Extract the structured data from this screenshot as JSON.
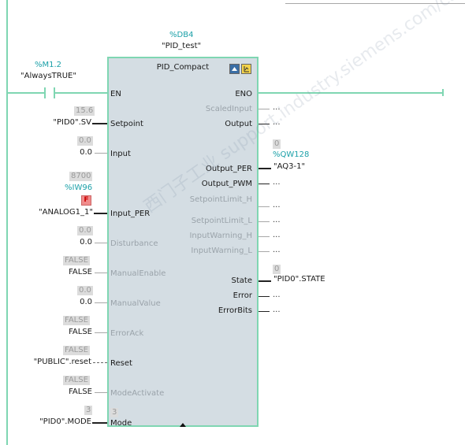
{
  "contact": {
    "address": "%M1.2",
    "name": "\"AlwaysTRUE\""
  },
  "block": {
    "db_address": "%DB4",
    "instance_name": "\"PID_test\"",
    "type": "PID_Compact"
  },
  "inputs": {
    "en": "EN",
    "setpoint": {
      "label": "Setpoint",
      "value": "15.6",
      "operand": "\"PID0\".SV"
    },
    "input": {
      "label": "Input",
      "value": "0.0",
      "operand": "0.0"
    },
    "input_per": {
      "label": "Input_PER",
      "value": "8700",
      "address": "%IW96",
      "flag": "F",
      "operand": "\"ANALOG1_1\""
    },
    "disturbance": {
      "label": "Disturbance",
      "value": "0.0",
      "operand": "0.0"
    },
    "manual_enable": {
      "label": "ManualEnable",
      "value": "FALSE",
      "operand": "FALSE"
    },
    "manual_value": {
      "label": "ManualValue",
      "value": "0.0",
      "operand": "0.0"
    },
    "error_ack": {
      "label": "ErrorAck",
      "value": "FALSE",
      "operand": "FALSE"
    },
    "reset": {
      "label": "Reset",
      "value": "FALSE",
      "operand": "\"PUBLIC\".reset"
    },
    "mode_activate": {
      "label": "ModeActivate",
      "value": "FALSE",
      "operand": "FALSE"
    },
    "mode": {
      "label": "Mode",
      "value": "3",
      "operand": "\"PID0\".MODE",
      "inner_value": "3"
    }
  },
  "outputs": {
    "eno": "ENO",
    "scaled_input": {
      "label": "ScaledInput",
      "operand": "..."
    },
    "output": {
      "label": "Output",
      "operand": "..."
    },
    "output_per": {
      "label": "Output_PER",
      "value": "0",
      "address": "%QW128",
      "operand": "\"AQ3-1\""
    },
    "output_pwm": {
      "label": "Output_PWM",
      "operand": "..."
    },
    "setpoint_limit_h": {
      "label": "SetpointLimit_H",
      "operand": "..."
    },
    "setpoint_limit_l": {
      "label": "SetpointLimit_L",
      "operand": "..."
    },
    "input_warning_h": {
      "label": "InputWarning_H",
      "operand": "..."
    },
    "input_warning_l": {
      "label": "InputWarning_L",
      "operand": "..."
    },
    "state": {
      "label": "State",
      "value": "0",
      "operand": "\"PID0\".STATE"
    },
    "error": {
      "label": "Error",
      "operand": "..."
    },
    "error_bits": {
      "label": "ErrorBits",
      "operand": "..."
    }
  },
  "watermark": "西门子工业 support.industry.siemens.com/cs",
  "colors": {
    "rail": "#7fd6b2",
    "block_fill": "#d4dde3",
    "address": "#1ba0a8",
    "flag": "#f08c8c"
  }
}
